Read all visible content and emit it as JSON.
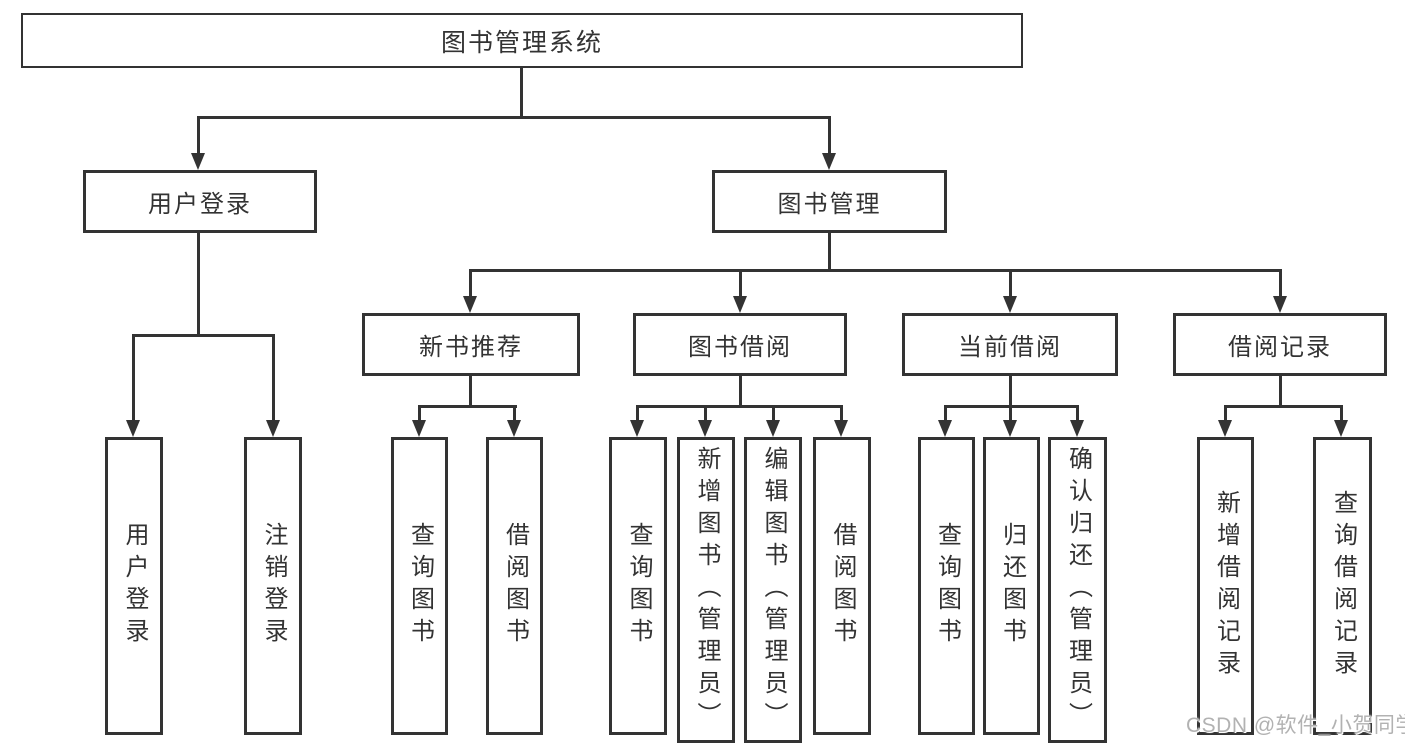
{
  "diagram_type": "tree",
  "nodes": {
    "root": "图书管理系统",
    "user_login": "用户登录",
    "book_mgmt": "图书管理",
    "new_rec": "新书推荐",
    "book_borrow": "图书借阅",
    "current_borrow": "当前借阅",
    "borrow_records": "借阅记录"
  },
  "leaves": [
    "用户登录",
    "注销登录",
    "查询图书",
    "借阅图书",
    "查询图书",
    "新增图书（管理员）",
    "编辑图书（管理员）",
    "借阅图书",
    "查询图书",
    "归还图书",
    "确认归还（管理员）",
    "新增借阅记录",
    "查询借阅记录"
  ],
  "watermark": "CSDN @软件_小贺同学",
  "colors": {
    "line": "#333333",
    "text": "#333333",
    "watermark": "#b2b2b2",
    "background": "#ffffff"
  }
}
